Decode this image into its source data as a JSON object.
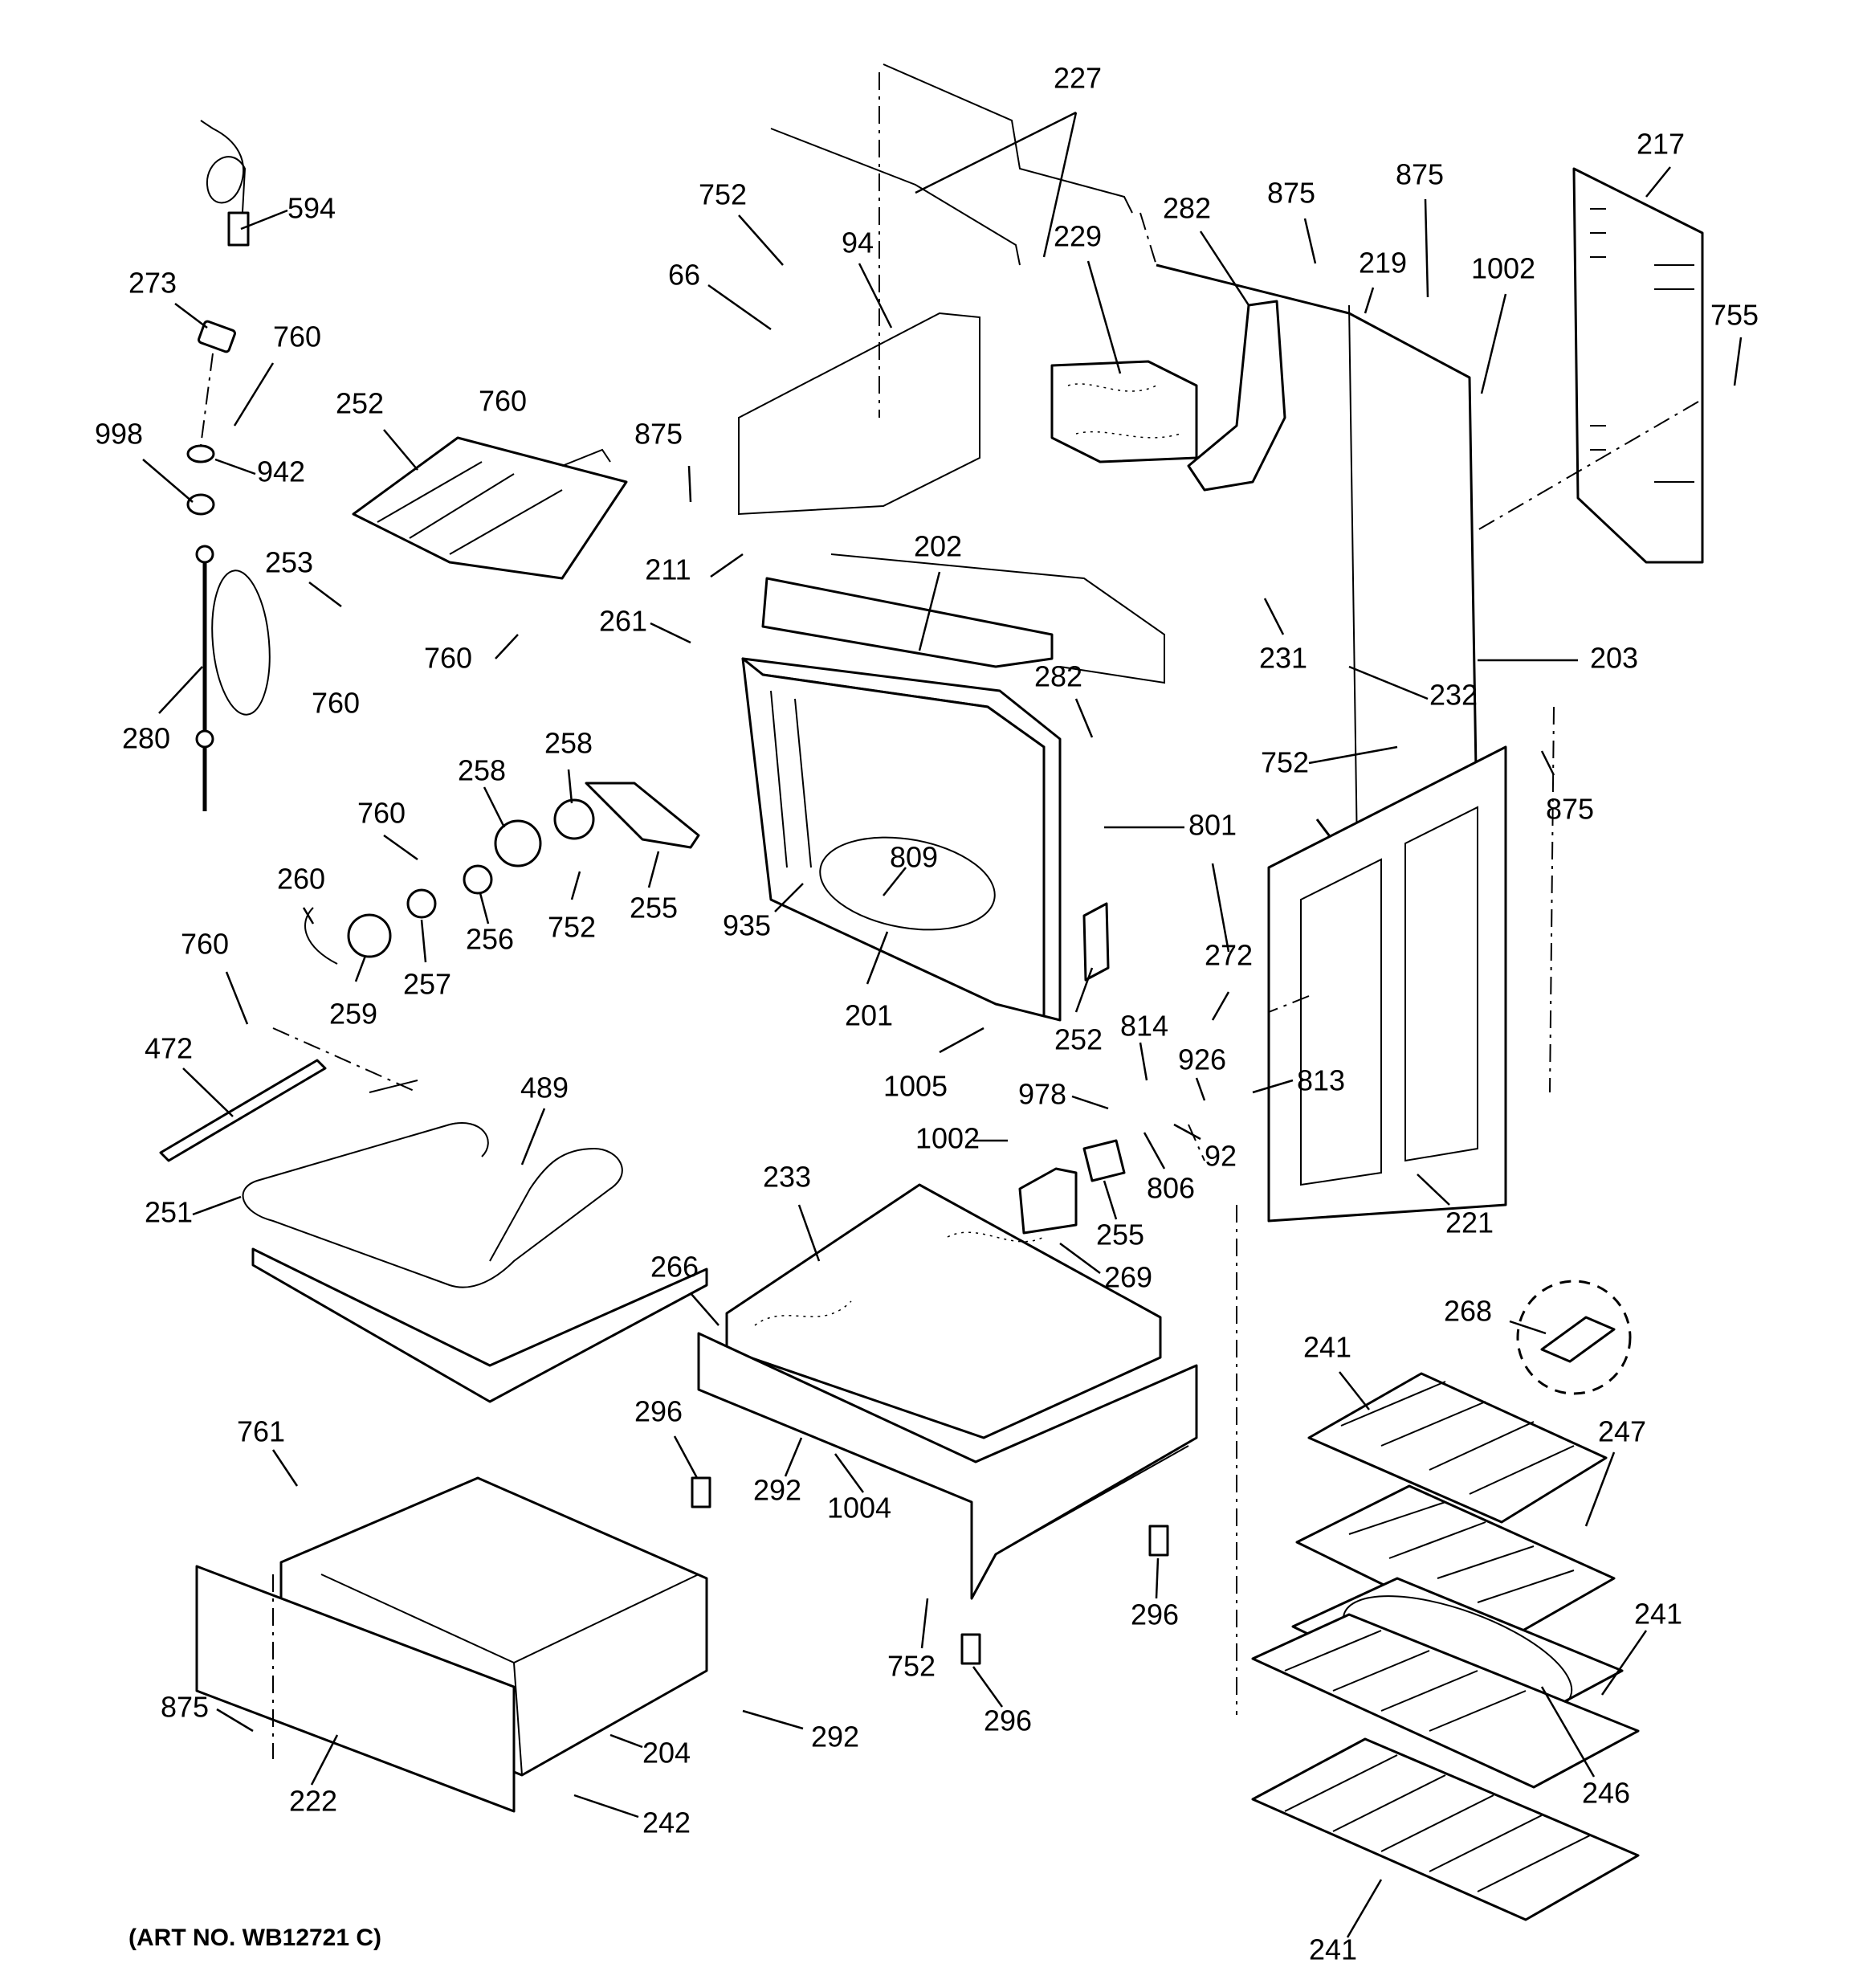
{
  "caption": "(ART NO. WB12721 C)",
  "callouts": [
    {
      "id": "c594",
      "text": "594"
    },
    {
      "id": "c273",
      "text": "273"
    },
    {
      "id": "c760a",
      "text": "760"
    },
    {
      "id": "c998",
      "text": "998"
    },
    {
      "id": "c942",
      "text": "942"
    },
    {
      "id": "c280",
      "text": "280"
    },
    {
      "id": "c252a",
      "text": "252"
    },
    {
      "id": "c760b",
      "text": "760"
    },
    {
      "id": "c253",
      "text": "253"
    },
    {
      "id": "c760c",
      "text": "760"
    },
    {
      "id": "c760d",
      "text": "760"
    },
    {
      "id": "c875a",
      "text": "875"
    },
    {
      "id": "c211",
      "text": "211"
    },
    {
      "id": "c261",
      "text": "261"
    },
    {
      "id": "c66",
      "text": "66"
    },
    {
      "id": "c752a",
      "text": "752"
    },
    {
      "id": "c94",
      "text": "94"
    },
    {
      "id": "c227",
      "text": "227"
    },
    {
      "id": "c229",
      "text": "229"
    },
    {
      "id": "c282a",
      "text": "282"
    },
    {
      "id": "c875b",
      "text": "875"
    },
    {
      "id": "c219",
      "text": "219"
    },
    {
      "id": "c875c",
      "text": "875"
    },
    {
      "id": "c1002a",
      "text": "1002"
    },
    {
      "id": "c217",
      "text": "217"
    },
    {
      "id": "c755",
      "text": "755"
    },
    {
      "id": "c202",
      "text": "202"
    },
    {
      "id": "c203",
      "text": "203"
    },
    {
      "id": "c231",
      "text": "231"
    },
    {
      "id": "c232",
      "text": "232"
    },
    {
      "id": "c282b",
      "text": "282"
    },
    {
      "id": "c752b",
      "text": "752"
    },
    {
      "id": "c875d",
      "text": "875"
    },
    {
      "id": "c801",
      "text": "801"
    },
    {
      "id": "c760e",
      "text": "760"
    },
    {
      "id": "c258a",
      "text": "258"
    },
    {
      "id": "c258b",
      "text": "258"
    },
    {
      "id": "c260",
      "text": "260"
    },
    {
      "id": "c256",
      "text": "256"
    },
    {
      "id": "c257",
      "text": "257"
    },
    {
      "id": "c259",
      "text": "259"
    },
    {
      "id": "c752c",
      "text": "752"
    },
    {
      "id": "c255a",
      "text": "255"
    },
    {
      "id": "c809",
      "text": "809"
    },
    {
      "id": "c935",
      "text": "935"
    },
    {
      "id": "c201",
      "text": "201"
    },
    {
      "id": "c272",
      "text": "272"
    },
    {
      "id": "c1005",
      "text": "1005"
    },
    {
      "id": "c252b",
      "text": "252"
    },
    {
      "id": "c814",
      "text": "814"
    },
    {
      "id": "c926",
      "text": "926"
    },
    {
      "id": "c813",
      "text": "813"
    },
    {
      "id": "c978",
      "text": "978"
    },
    {
      "id": "c92",
      "text": "92"
    },
    {
      "id": "c1002b",
      "text": "1002"
    },
    {
      "id": "c806",
      "text": "806"
    },
    {
      "id": "c255b",
      "text": "255"
    },
    {
      "id": "c269",
      "text": "269"
    },
    {
      "id": "c221",
      "text": "221"
    },
    {
      "id": "c760f",
      "text": "760"
    },
    {
      "id": "c472",
      "text": "472"
    },
    {
      "id": "c489",
      "text": "489"
    },
    {
      "id": "c251",
      "text": "251"
    },
    {
      "id": "c233",
      "text": "233"
    },
    {
      "id": "c266",
      "text": "266"
    },
    {
      "id": "c268",
      "text": "268"
    },
    {
      "id": "c241a",
      "text": "241"
    },
    {
      "id": "c247",
      "text": "247"
    },
    {
      "id": "c296a",
      "text": "296"
    },
    {
      "id": "c292a",
      "text": "292"
    },
    {
      "id": "c1004",
      "text": "1004"
    },
    {
      "id": "c296b",
      "text": "296"
    },
    {
      "id": "c752d",
      "text": "752"
    },
    {
      "id": "c296c",
      "text": "296"
    },
    {
      "id": "c241b",
      "text": "241"
    },
    {
      "id": "c246",
      "text": "246"
    },
    {
      "id": "c761",
      "text": "761"
    },
    {
      "id": "c292b",
      "text": "292"
    },
    {
      "id": "c204",
      "text": "204"
    },
    {
      "id": "c875e",
      "text": "875"
    },
    {
      "id": "c222",
      "text": "222"
    },
    {
      "id": "c242",
      "text": "242"
    },
    {
      "id": "c241c",
      "text": "241"
    }
  ]
}
